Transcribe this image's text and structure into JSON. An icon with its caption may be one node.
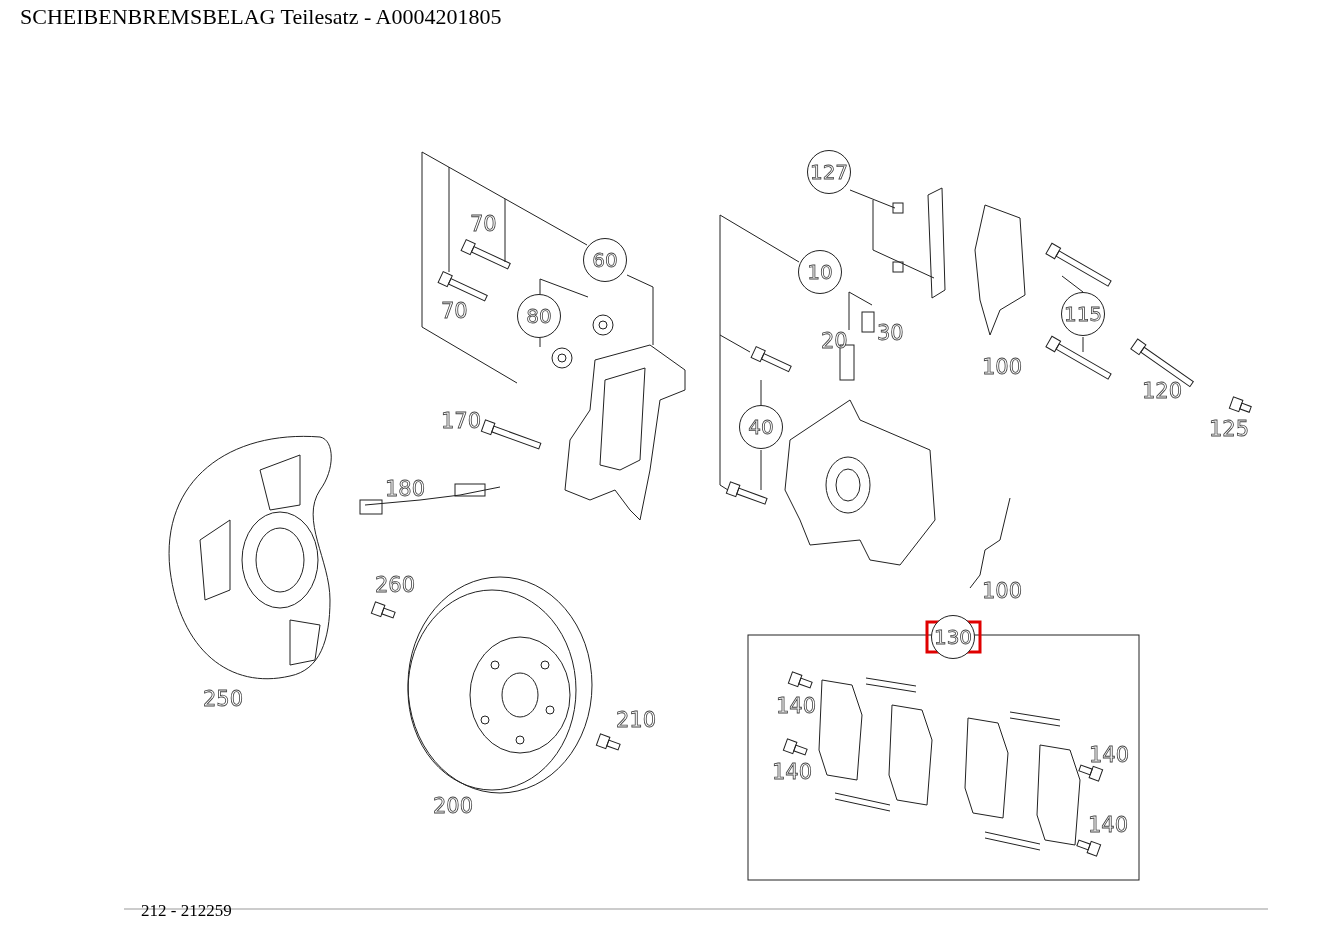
{
  "diagram": {
    "title": "SCHEIBENBREMSBELAG Teilesatz - A0004201805",
    "caption": "212 - 212259",
    "nodes": [
      {
        "text": [
          "127"
        ]
      },
      {
        "text": [
          "60"
        ]
      },
      {
        "text": [
          "10"
        ]
      },
      {
        "text": [
          "115"
        ]
      },
      {
        "text": [
          "80"
        ]
      },
      {
        "text": [
          "40"
        ]
      },
      {
        "text": [
          "130"
        ]
      }
    ],
    "labels": [
      "70",
      "70",
      "30",
      "20",
      "100",
      "120",
      "170",
      "125",
      "180",
      "260",
      "100",
      "250",
      "140",
      "210",
      "140",
      "140",
      "200",
      "140"
    ]
  }
}
